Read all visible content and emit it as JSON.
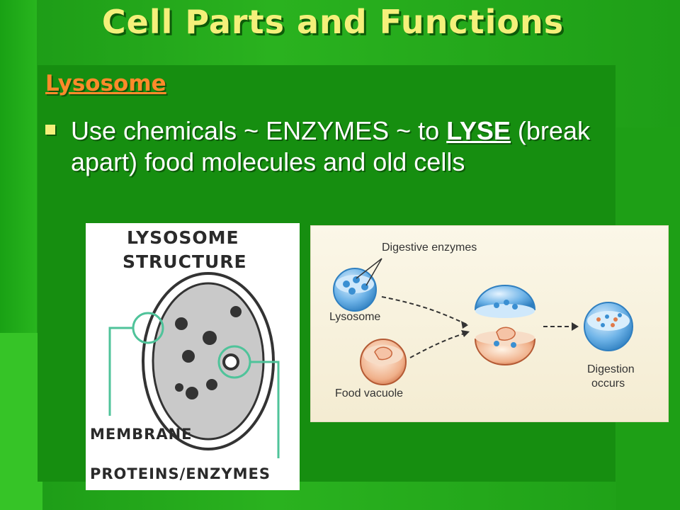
{
  "slide": {
    "title": "Cell Parts and Functions",
    "heading": "Lysosome",
    "bullet": {
      "text_before": "Use chemicals ~ ENZYMES ~  to ",
      "emphasis": "LYSE",
      "text_after": " (break apart) food molecules and old cells"
    }
  },
  "structure_image": {
    "title_line1": "LYSOSOME",
    "title_line2": "STRUCTURE",
    "label_membrane": "MEMBRANE",
    "label_proteins": "PROTEINS/ENZYMES"
  },
  "digestion_image": {
    "label_enzymes": "Digestive enzymes",
    "label_lysosome": "Lysosome",
    "label_vacuole": "Food vacuole",
    "label_digestion_1": "Digestion",
    "label_digestion_2": "occurs"
  },
  "colors": {
    "title": "#f4f07a",
    "heading": "#ff8a2a",
    "background": "#22a51a",
    "panel": "#168e10"
  }
}
